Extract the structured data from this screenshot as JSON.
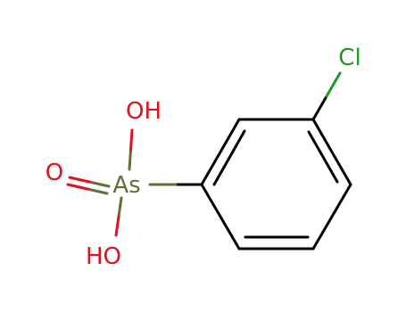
{
  "molecule": {
    "atoms": {
      "chlorine": {
        "label": "Cl",
        "color": "#1f9a1f"
      },
      "arsenic": {
        "label": "As",
        "color": "#6b6b3a"
      },
      "oxygen_double": {
        "label": "O",
        "color": "#e0121e"
      },
      "hydroxyl_top": {
        "label": "OH",
        "color": "#e0121e"
      },
      "hydroxyl_bottom": {
        "label": "HO",
        "color": "#e0121e"
      }
    },
    "bond_color": "#000000"
  }
}
